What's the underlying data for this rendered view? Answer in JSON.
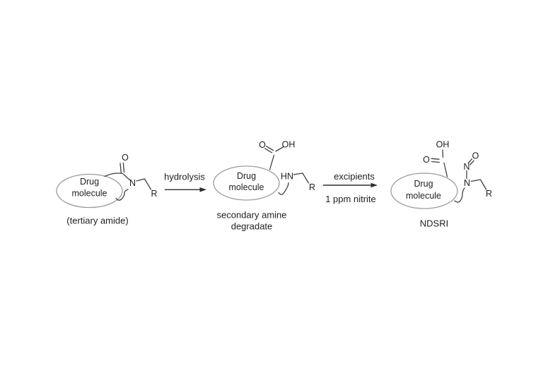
{
  "scheme": {
    "left": {
      "ellipse_line1": "Drug",
      "ellipse_line2": "molecule",
      "caption": "(tertiary amide)",
      "atom_carbonyl_o": "O",
      "atom_n": "N",
      "atom_r": "R"
    },
    "arrow1": {
      "label": "hydrolysis"
    },
    "middle": {
      "ellipse_line1": "Drug",
      "ellipse_line2": "molecule",
      "caption_line1": "secondary amine",
      "caption_line2": "degradate",
      "atom_o": "O",
      "atom_oh": "OH",
      "atom_hn": "HN",
      "atom_r": "R"
    },
    "arrow2": {
      "label_top": "excipients",
      "label_bottom": "1 ppm nitrite"
    },
    "right": {
      "ellipse_line1": "Drug",
      "ellipse_line2": "molecule",
      "caption": "NDSRI",
      "atom_carboxyl_o": "O",
      "atom_oh": "OH",
      "atom_amine_n": "N",
      "atom_nitroso_n": "N",
      "atom_nitroso_o": "O",
      "atom_r": "R"
    },
    "colors": {
      "bond": "#404040",
      "ellipse_stroke": "#9b9b9b",
      "text": "#1f1f1f",
      "background": "#ffffff"
    }
  }
}
